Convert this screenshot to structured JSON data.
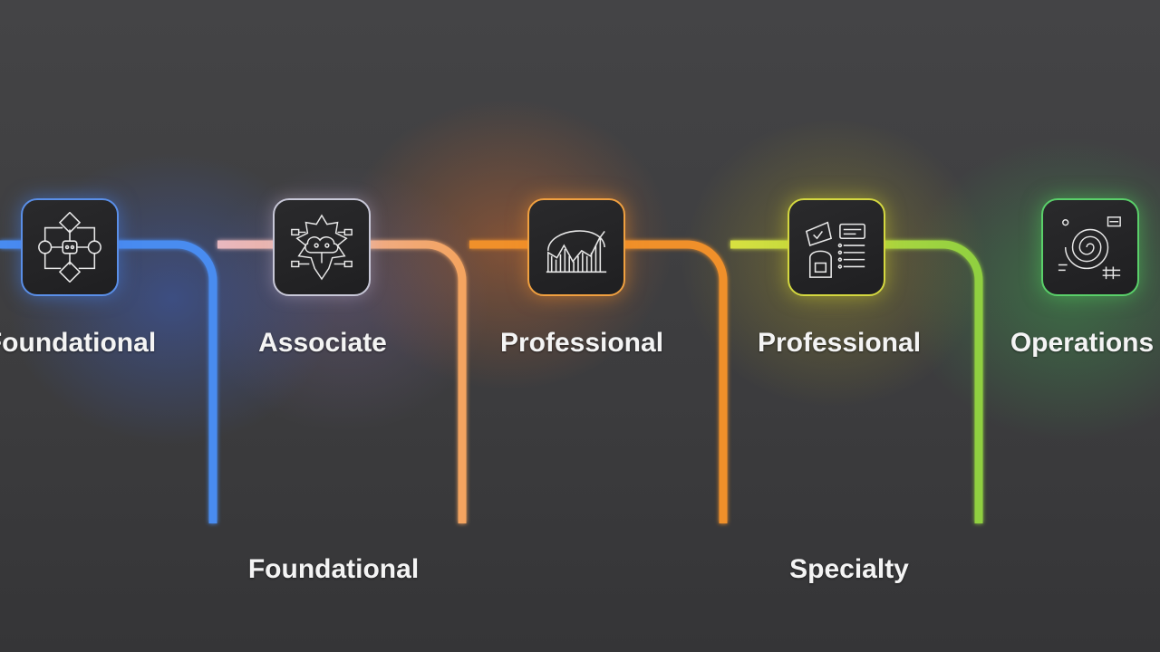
{
  "stages": [
    {
      "label": "Foundational",
      "icon": "flowchart-icon",
      "color": "#4a8cf0"
    },
    {
      "label": "Associate",
      "icon": "cloud-network-icon",
      "color": "#f0a060"
    },
    {
      "label": "Professional",
      "icon": "chart-icon",
      "color": "#f0902a"
    },
    {
      "label": "Professional",
      "icon": "checklist-icon",
      "color": "#b8d43a"
    },
    {
      "label": "Operations",
      "icon": "spiral-settings-icon",
      "color": "#54d05a"
    }
  ],
  "group_labels": {
    "left": "Foundational",
    "right": "Specialty"
  }
}
